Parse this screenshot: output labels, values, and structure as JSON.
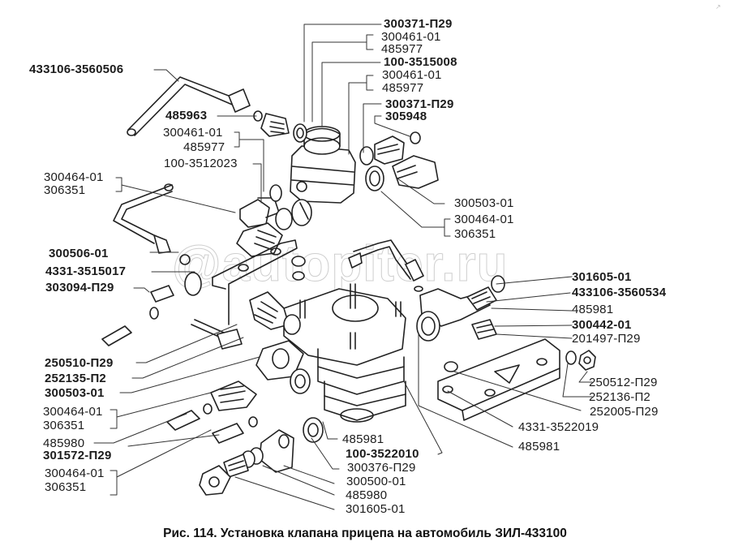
{
  "caption": "Рис. 114. Установка клапана прицепа на автомобиль ЗИЛ-433100",
  "watermark": "@autopiter.ru",
  "corner_mark": "↗",
  "labels": {
    "top_right": [
      "300371-П29",
      "300461-01",
      "485977",
      "100-3515008",
      "300461-01",
      "485977",
      "300371-П29",
      "305948"
    ],
    "upper_left": [
      "433106-3560506",
      "485963",
      "300461-01",
      "485977",
      "100-3512023",
      "300464-01",
      "306351"
    ],
    "mid_right": [
      "300503-01",
      "300464-01",
      "306351"
    ],
    "mid_left": [
      "300506-01",
      "4331-3515017",
      "303094-П29"
    ],
    "right": [
      "301605-01",
      "433106-3560534",
      "485981",
      "300442-01",
      "201497-П29"
    ],
    "lower_right": [
      "250512-П29",
      "252136-П2",
      "252005-П29",
      "4331-3522019",
      "485981"
    ],
    "lower_left": [
      "250510-П29",
      "252135-П2",
      "300503-01",
      "300464-01",
      "306351",
      "485980",
      "301572-П29",
      "300464-01",
      "306351"
    ],
    "bottom_center": [
      "485981",
      "100-3522010",
      "300376-П29",
      "300500-01",
      "485980",
      "301605-01"
    ]
  }
}
